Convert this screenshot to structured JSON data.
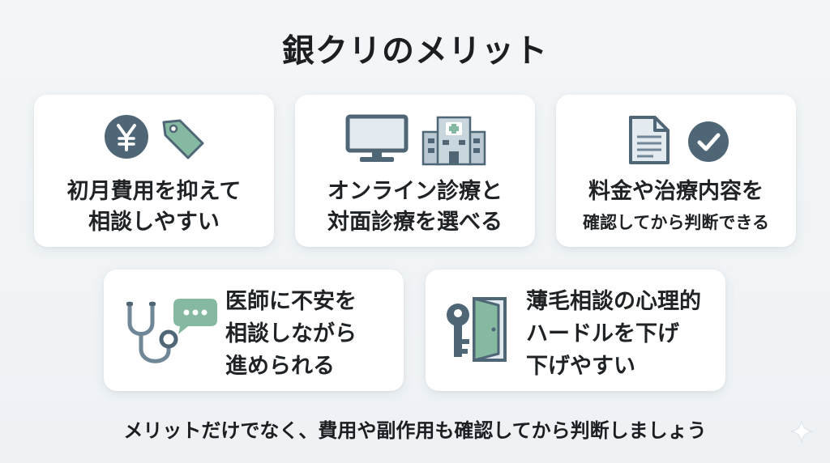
{
  "title": "銀クリのメリット",
  "cards": [
    {
      "lines": [
        "初月費用を抑えて",
        "相談しやすい"
      ],
      "icons": [
        "yen-coin-icon",
        "price-tag-icon"
      ]
    },
    {
      "lines": [
        "オンライン診療と",
        "対面診療を選べる"
      ],
      "icons": [
        "monitor-icon",
        "hospital-icon"
      ]
    },
    {
      "lines": [
        "料金や治療内容を",
        "確認してから判断できる"
      ],
      "icons": [
        "document-icon",
        "check-circle-icon"
      ]
    },
    {
      "lines": [
        "医師に不安を",
        "相談しながら",
        "進められる"
      ],
      "icons": [
        "stethoscope-icon",
        "chat-bubble-icon"
      ]
    },
    {
      "lines": [
        "薄毛相談の心理的",
        "ハードルを下げ",
        "下げやすい"
      ],
      "icons": [
        "key-icon",
        "open-door-icon"
      ]
    }
  ],
  "footer": "メリットだけでなく、費用や副作用も確認してから判断しましょう",
  "colors": {
    "icon_dark": "#4f6677",
    "icon_mid": "#6f8797",
    "icon_light": "#b9c8d2",
    "accent_green": "#86b9a1",
    "background": "#f1f4f7"
  }
}
